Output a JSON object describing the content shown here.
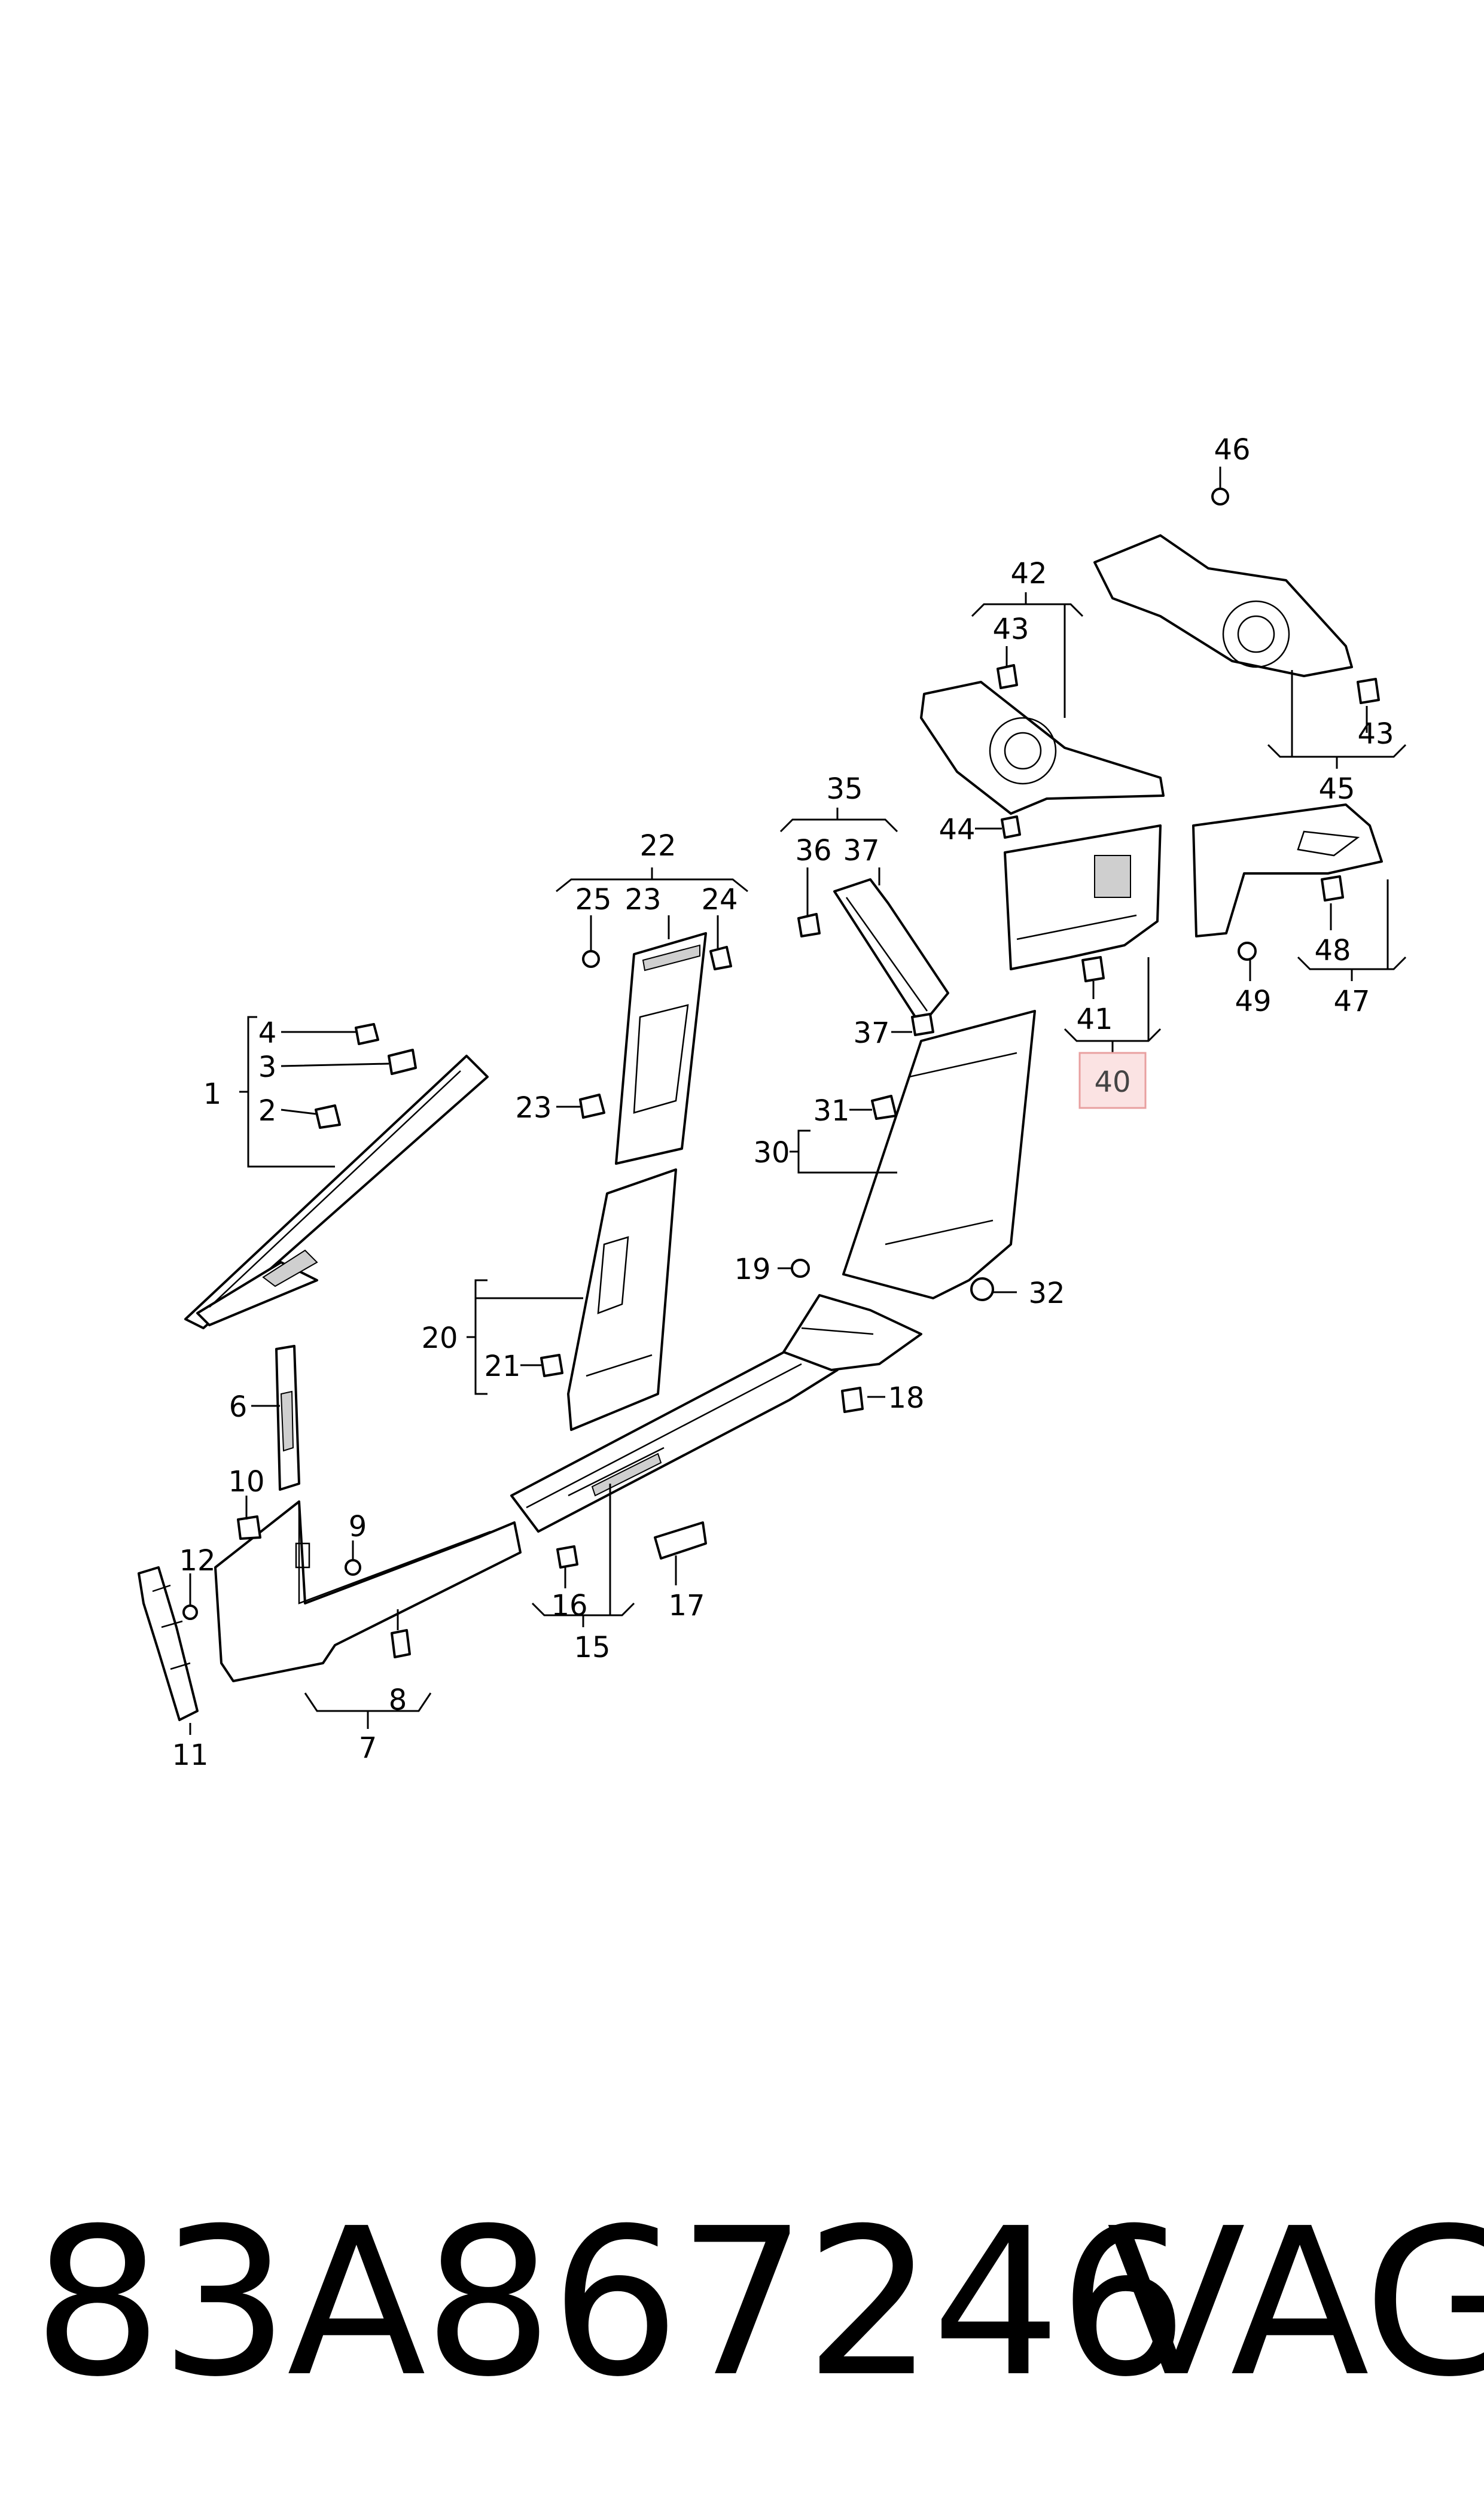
{
  "diagram": {
    "callouts": [
      "1",
      "2",
      "3",
      "4",
      "6",
      "7",
      "8",
      "9",
      "10",
      "11",
      "12",
      "15",
      "16",
      "17",
      "18",
      "19",
      "20",
      "21",
      "22",
      "23",
      "24",
      "25",
      "30",
      "31",
      "32",
      "35",
      "36",
      "37",
      "40",
      "41",
      "42",
      "43",
      "44",
      "45",
      "46",
      "47",
      "48",
      "49"
    ],
    "highlighted": "40",
    "highlight_color": "#fbe3e3"
  },
  "footer": {
    "part_number": "83A867246",
    "brand": "VAG"
  }
}
